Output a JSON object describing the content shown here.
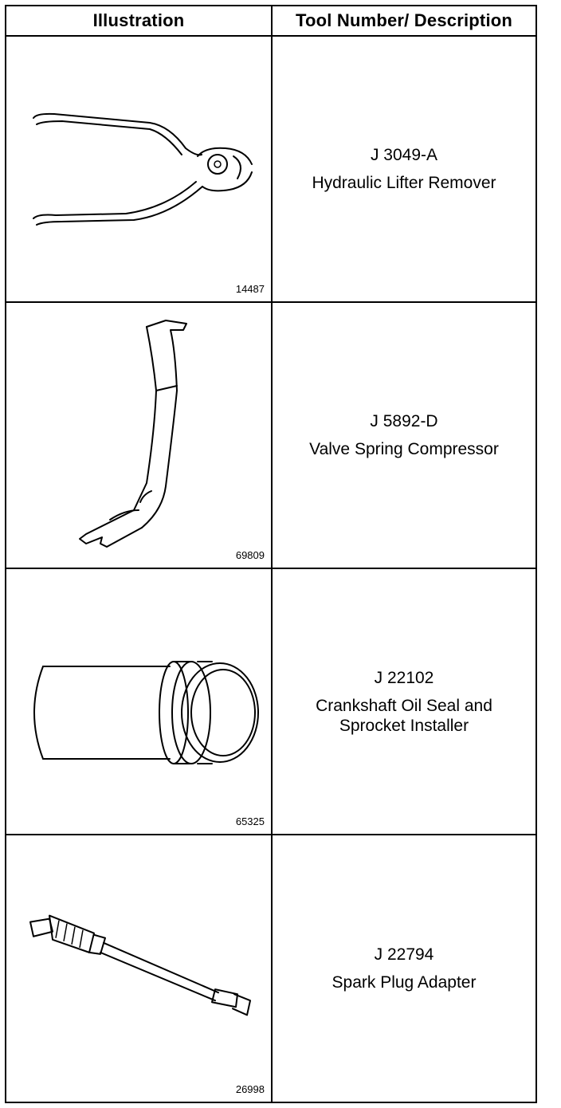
{
  "table": {
    "header": {
      "illustration": "Illustration",
      "description": "Tool Number/ Description"
    },
    "rows": [
      {
        "fig_number": "14487",
        "tool_number": "J 3049-A",
        "name": "Hydraulic Lifter Remover",
        "icon": "pliers-icon"
      },
      {
        "fig_number": "69809",
        "tool_number": "J 5892-D",
        "name": "Valve Spring Compressor",
        "icon": "compressor-lever-icon"
      },
      {
        "fig_number": "65325",
        "tool_number": "J 22102",
        "name": "Crankshaft Oil Seal and\nSprocket Installer",
        "icon": "cylinder-installer-icon"
      },
      {
        "fig_number": "26998",
        "tool_number": "J 22794",
        "name": "Spark Plug Adapter",
        "icon": "spark-plug-adapter-icon"
      }
    ]
  }
}
